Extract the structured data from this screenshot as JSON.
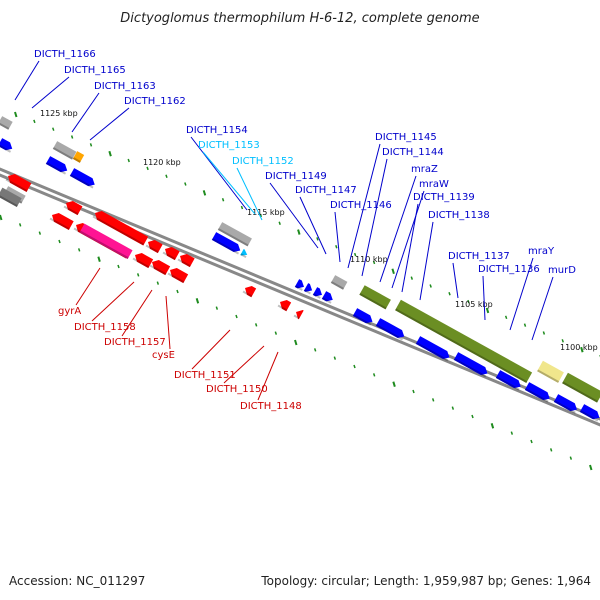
{
  "title": "Dictyoglomus thermophilum H-6-12, complete genome",
  "footer": {
    "accession": "Accession: NC_011297",
    "summary": "Topology: circular; Length: 1,959,987 bp; Genes: 1,964"
  },
  "colors": {
    "forward_gene": "#0000ff",
    "reverse_gene": "#ff0000",
    "rna_gene": "#00bfff",
    "operon": "#6b8e23",
    "highlight": "#f0e68c",
    "pseudogene": "#a9a9a9",
    "tick": "#1e8b1e",
    "backbone": "#888888"
  },
  "scale": {
    "ticks": [
      "1125 kbp",
      "1120 kbp",
      "1115 kbp",
      "1110 kbp",
      "1105 kbp",
      "1100 kbp"
    ]
  },
  "labels": {
    "upper": [
      {
        "text": "DICTH_1166",
        "color": "#0000cc"
      },
      {
        "text": "DICTH_1165",
        "color": "#0000cc"
      },
      {
        "text": "DICTH_1163",
        "color": "#0000cc"
      },
      {
        "text": "DICTH_1162",
        "color": "#0000cc"
      },
      {
        "text": "DICTH_1154",
        "color": "#0000cc"
      },
      {
        "text": "DICTH_1153",
        "color": "#00bfff"
      },
      {
        "text": "DICTH_1152",
        "color": "#00bfff"
      },
      {
        "text": "DICTH_1149",
        "color": "#0000cc"
      },
      {
        "text": "DICTH_1147",
        "color": "#0000cc"
      },
      {
        "text": "DICTH_1146",
        "color": "#0000cc"
      },
      {
        "text": "DICTH_1145",
        "color": "#0000cc"
      },
      {
        "text": "DICTH_1144",
        "color": "#0000cc"
      },
      {
        "text": "mraZ",
        "color": "#0000cc"
      },
      {
        "text": "mraW",
        "color": "#0000cc"
      },
      {
        "text": "DICTH_1139",
        "color": "#0000cc"
      },
      {
        "text": "DICTH_1138",
        "color": "#0000cc"
      },
      {
        "text": "DICTH_1137",
        "color": "#0000cc"
      },
      {
        "text": "DICTH_1136",
        "color": "#0000cc"
      },
      {
        "text": "mraY",
        "color": "#0000cc"
      },
      {
        "text": "murD",
        "color": "#0000cc"
      }
    ],
    "lower": [
      {
        "text": "gyrA",
        "color": "#cc0000"
      },
      {
        "text": "DICTH_1158",
        "color": "#cc0000"
      },
      {
        "text": "DICTH_1157",
        "color": "#cc0000"
      },
      {
        "text": "cysE",
        "color": "#cc0000"
      },
      {
        "text": "DICTH_1151",
        "color": "#cc0000"
      },
      {
        "text": "DICTH_1150",
        "color": "#cc0000"
      },
      {
        "text": "DICTH_1148",
        "color": "#cc0000"
      }
    ]
  }
}
